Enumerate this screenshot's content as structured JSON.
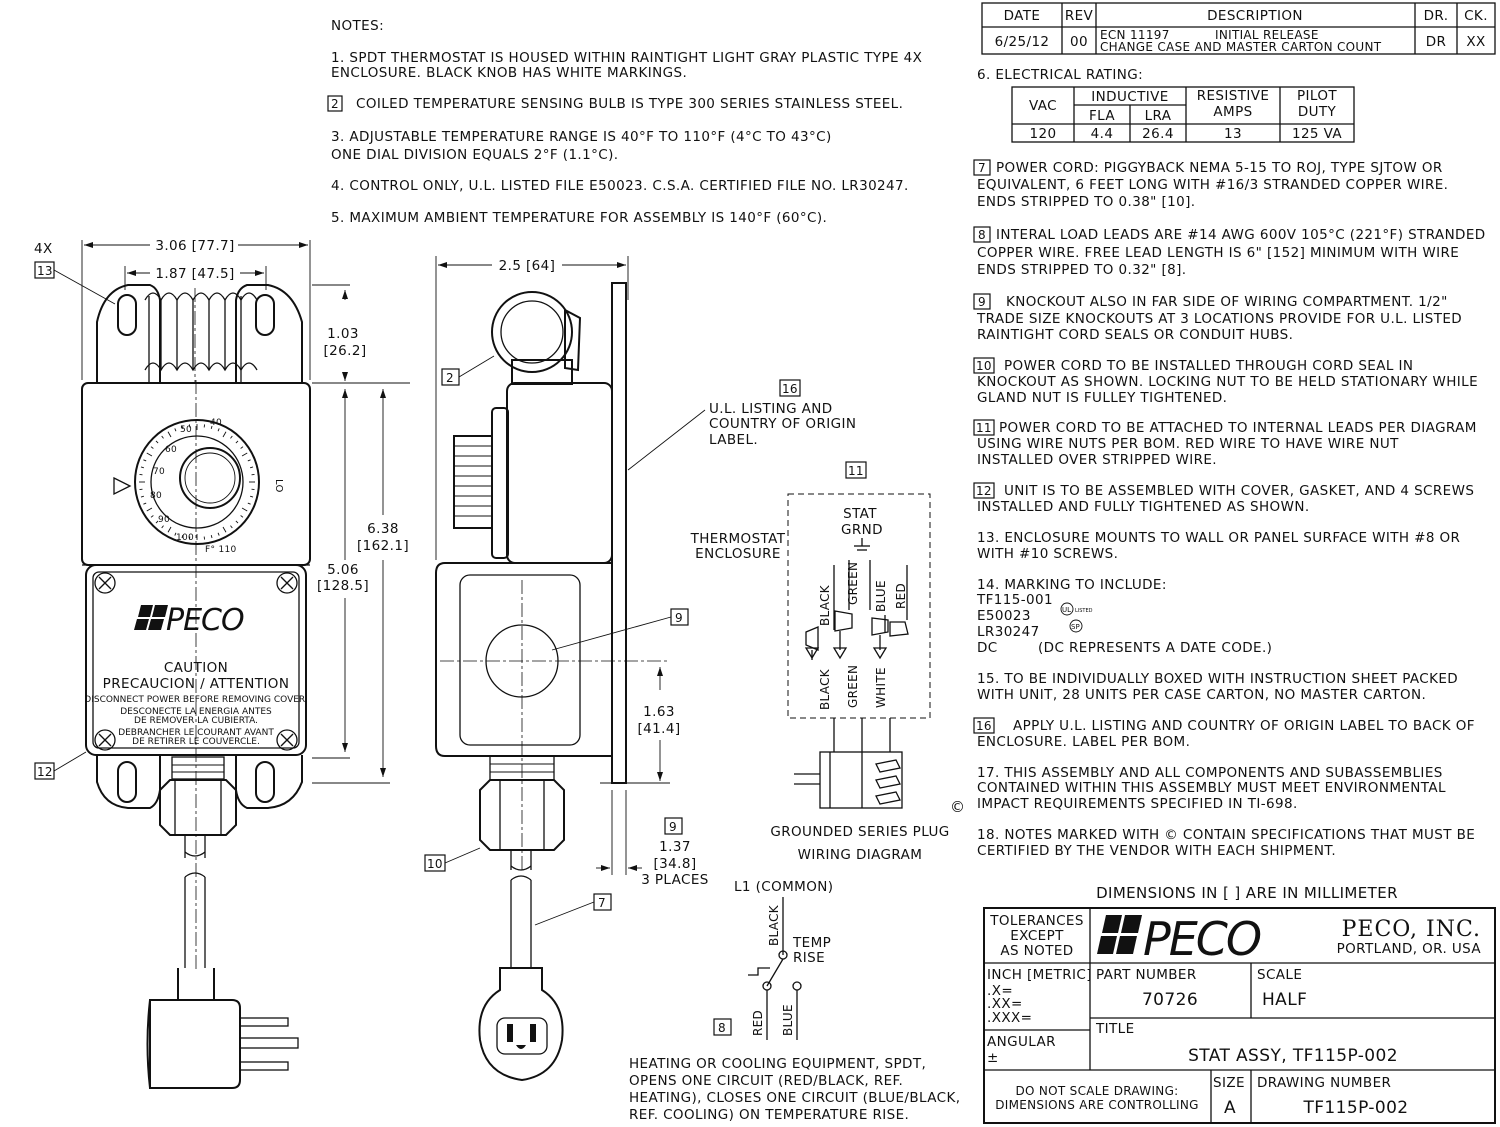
{
  "notes": {
    "heading": "NOTES:",
    "n1a": "1. SPDT THERMOSTAT IS HOUSED WITHIN RAINTIGHT LIGHT GRAY PLASTIC TYPE 4X",
    "n1b": "ENCLOSURE. BLACK KNOB HAS WHITE MARKINGS.",
    "n2tag": "2",
    "n2": "COILED TEMPERATURE SENSING BULB IS TYPE 300 SERIES STAINLESS STEEL.",
    "n3a": "3. ADJUSTABLE TEMPERATURE RANGE IS 40°F TO 110°F (4°C TO 43°C)",
    "n3b": "ONE DIAL DIVISION EQUALS 2°F (1.1°C).",
    "n4": "4. CONTROL ONLY, U.L. LISTED FILE E50023. C.S.A. CERTIFIED FILE NO. LR30247.",
    "n5": "5. MAXIMUM AMBIENT TEMPERATURE FOR ASSEMBLY IS 140°F (60°C).",
    "n6": "6. ELECTRICAL RATING:",
    "n7tag": "7",
    "n7a": "POWER CORD: PIGGYBACK NEMA 5-15 TO ROJ, TYPE SJTOW OR",
    "n7b": "EQUIVALENT, 6 FEET LONG WITH #16/3 STRANDED COPPER WIRE.",
    "n7c": "ENDS STRIPPED TO 0.38\" [10].",
    "n8tag": "8",
    "n8a": "INTERAL LOAD LEADS ARE #14 AWG 600V 105°C (221°F) STRANDED",
    "n8b": "COPPER WIRE. FREE LEAD LENGTH IS 6\" [152] MINIMUM WITH WIRE",
    "n8c": "ENDS STRIPPED TO 0.32\" [8].",
    "n9tag": "9",
    "n9a": "KNOCKOUT ALSO IN FAR SIDE OF WIRING COMPARTMENT. 1/2\"",
    "n9b": "TRADE SIZE KNOCKOUTS AT 3 LOCATIONS PROVIDE FOR U.L. LISTED",
    "n9c": "RAINTIGHT CORD SEALS OR CONDUIT HUBS.",
    "n10tag": "10",
    "n10a": "POWER CORD TO BE INSTALLED THROUGH CORD SEAL IN",
    "n10b": "KNOCKOUT AS SHOWN.  LOCKING NUT TO BE HELD STATIONARY WHILE",
    "n10c": "GLAND NUT IS FULLEY TIGHTENED.",
    "n11tag": "11",
    "n11a": "POWER CORD TO BE ATTACHED TO INTERNAL LEADS PER DIAGRAM",
    "n11b": "USING WIRE NUTS PER BOM.  RED WIRE TO HAVE WIRE NUT",
    "n11c": "INSTALLED OVER STRIPPED WIRE.",
    "n12tag": "12",
    "n12a": "UNIT IS TO BE ASSEMBLED WITH COVER, GASKET, AND 4 SCREWS",
    "n12b": "INSTALLED AND FULLY TIGHTENED AS SHOWN.",
    "n13a": "13. ENCLOSURE MOUNTS TO WALL OR PANEL SURFACE WITH #8 OR",
    "n13b": "WITH #10 SCREWS.",
    "n14": "14. MARKING TO INCLUDE:",
    "n14_1": "TF115-001",
    "n14_2": "E50023",
    "n14_3": "LR30247",
    "n14_4": "DC",
    "n14_5": "(DC REPRESENTS A DATE CODE.)",
    "n15a": "15.  TO BE INDIVIDUALLY BOXED WITH INSTRUCTION SHEET PACKED",
    "n15b": "WITH UNIT, 28 UNITS PER CASE CARTON, NO MASTER CARTON.",
    "n16tag": "16",
    "n16a": "APPLY U.L. LISTING AND COUNTRY OF ORIGIN LABEL TO BACK OF",
    "n16b": "ENCLOSURE. LABEL PER BOM.",
    "n17a": "17. THIS ASSEMBLY AND ALL COMPONENTS AND SUBASSEMBLIES",
    "n17b": "CONTAINED WITHIN THIS ASSEMBLY MUST MEET ENVIRONMENTAL",
    "n17c": "IMPACT REQUIREMENTS SPECIFIED IN TI-698.",
    "n18a": "18. NOTES MARKED WITH © CONTAIN SPECIFICATIONS THAT MUST BE",
    "n18b": "CERTIFIED BY THE VENDOR WITH EACH SHIPMENT.",
    "cmark": "©",
    "ul_mark": "LISTED",
    "csa_mark": "SP"
  },
  "revision": {
    "headers": [
      "DATE",
      "REV",
      "DESCRIPTION",
      "DR.",
      "CK."
    ],
    "date": "6/25/12",
    "rev": "00",
    "desc_ecn": "ECN 11197",
    "desc_1": "INITIAL RELEASE",
    "desc_2": "CHANGE CASE AND MASTER CARTON COUNT",
    "dr": "DR",
    "ck": "XX"
  },
  "rating": {
    "vac": "VAC",
    "inductive": "INDUCTIVE",
    "fla": "FLA",
    "lra": "LRA",
    "resistive1": "RESISTIVE",
    "resistive2": "AMPS",
    "pilot1": "PILOT",
    "pilot2": "DUTY",
    "v_vac": "120",
    "v_fla": "4.4",
    "v_lra": "26.4",
    "v_res": "13",
    "v_pilot": "125 VA"
  },
  "front_view": {
    "qty": "4X",
    "tag13": "13",
    "tag12": "12",
    "dim_width": "3.06 [77.7]",
    "dim_holes": "1.87 [47.5]",
    "dim_top_a": "1.03",
    "dim_top_b": "[26.2]",
    "dim_h1a": "6.38",
    "dim_h1b": "[162.1]",
    "dim_h2a": "5.06",
    "dim_h2b": "[128.5]",
    "brand": "PECO",
    "caution": "CAUTION",
    "caution2": "PRECAUCION / ATTENTION",
    "c1": "DISCONNECT POWER BEFORE REMOVING COVER.",
    "c2": "DESCONECTE LA ENERGIA ANTES",
    "c3": "DE REMOVER LA CUBIERTA.",
    "c4": "DEBRANCHER LE COURANT AVANT",
    "c5": "DE RETIRER LE COUVERCLE.",
    "dial_lo": "LO"
  },
  "side_view": {
    "dim_depth": "2.5 [64]",
    "tag2": "2",
    "tag9": "9",
    "tag10": "10",
    "tag7": "7",
    "tag9b": "9",
    "dim_ko_a": "1.63",
    "dim_ko_b": "[41.4]",
    "dim_p_a": "1.37",
    "dim_p_b": "[34.8]",
    "dim_p_c": "3 PLACES",
    "tag16": "16",
    "ul1": "U.L. LISTING AND",
    "ul2": "COUNTRY OF ORIGIN",
    "ul3": "LABEL."
  },
  "wiring": {
    "tag11": "11",
    "stat": "STAT",
    "grnd": "GRND",
    "enc1": "THERMOSTAT",
    "enc2": "ENCLOSURE",
    "w_black": "BLACK",
    "w_green": "GREEN",
    "w_blue": "BLUE",
    "w_red": "RED",
    "w_white": "WHITE",
    "title1": "GROUNDED SERIES PLUG",
    "title2": "WIRING DIAGRAM"
  },
  "switch_diagram": {
    "l1": "L1 (COMMON)",
    "black": "BLACK",
    "temp1": "TEMP",
    "temp2": "RISE",
    "red": "RED",
    "blue": "BLUE",
    "tag8": "8",
    "d1": "HEATING OR COOLING EQUIPMENT, SPDT,",
    "d2": "OPENS ONE CIRCUIT (RED/BLACK, REF.",
    "d3": "HEATING), CLOSES ONE CIRCUIT (BLUE/BLACK,",
    "d4": "REF. COOLING) ON TEMPERATURE RISE."
  },
  "title_block": {
    "dim_note": "DIMENSIONS IN [ ] ARE IN MILLIMETER",
    "tol1": "TOLERANCES",
    "tol2": "EXCEPT",
    "tol3": "AS NOTED",
    "brand": "PECO",
    "company": "PECO, INC.",
    "city": "PORTLAND, OR. USA",
    "inch": "INCH [METRIC]",
    "x1": ".X=",
    "x2": ".XX=",
    "x3": ".XXX=",
    "angular": "ANGULAR",
    "pm": "±",
    "pn_label": "PART NUMBER",
    "pn": "70726",
    "scale_label": "SCALE",
    "scale": "HALF",
    "title_label": "TITLE",
    "title": "STAT ASSY, TF115P-002",
    "dns1": "DO NOT SCALE DRAWING:",
    "dns2": "DIMENSIONS ARE CONTROLLING",
    "size_label": "SIZE",
    "size": "A",
    "dwg_label": "DRAWING NUMBER",
    "dwg": "TF115P-002"
  }
}
